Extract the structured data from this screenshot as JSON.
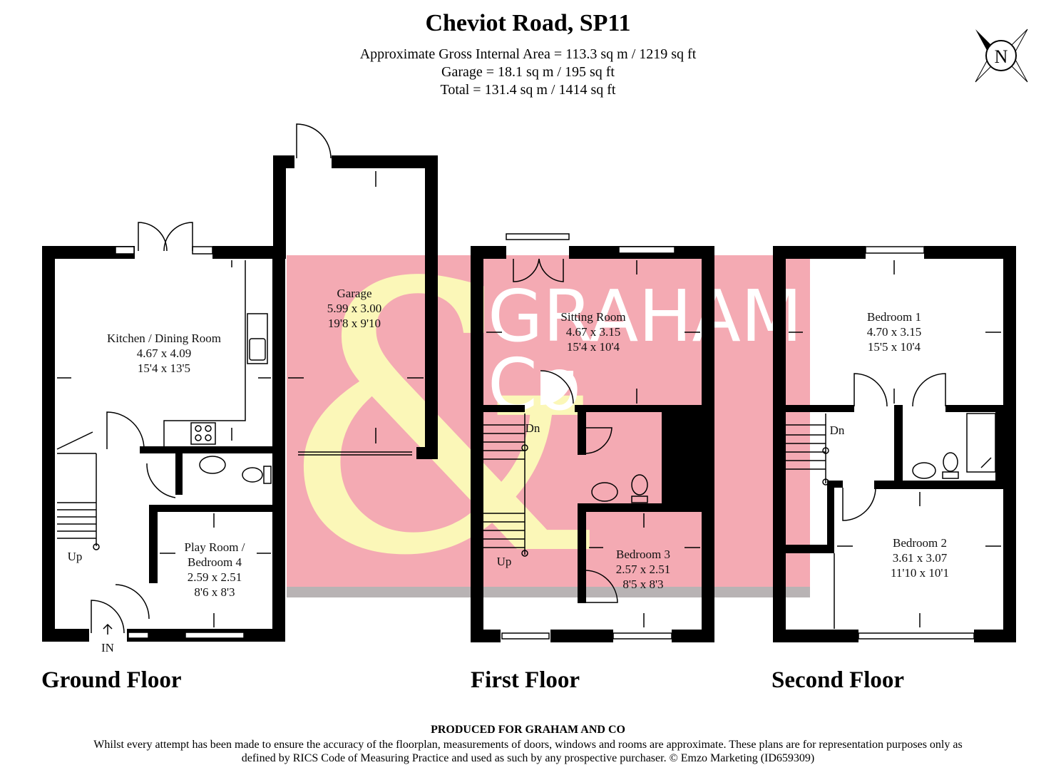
{
  "header": {
    "title": "Cheviot Road, SP11",
    "area_line1": "Approximate Gross Internal Area = 113.3 sq m / 1219 sq ft",
    "area_line2": "Garage = 18.1 sq m / 195 sq ft",
    "area_line3": "Total = 131.4 sq m / 1414 sq ft"
  },
  "compass": {
    "label": "N"
  },
  "watermark": {
    "text_line1": "GRAHAM",
    "text_line2": "Co",
    "ampersand": "&",
    "bg_color": "#f4aab3",
    "amp_color": "#fbf7b8"
  },
  "ground_floor": {
    "label": "Ground Floor",
    "kitchen": {
      "name": "Kitchen / Dining Room",
      "metric": "4.67 x 4.09",
      "imperial": "15'4 x 13'5"
    },
    "garage": {
      "name": "Garage",
      "metric": "5.99 x 3.00",
      "imperial": "19'8 x 9'10"
    },
    "playroom": {
      "name_line1": "Play Room /",
      "name_line2": "Bedroom 4",
      "metric": "2.59 x 2.51",
      "imperial": "8'6 x 8'3"
    },
    "stair_label": "Up",
    "entrance_label": "IN"
  },
  "first_floor": {
    "label": "First Floor",
    "sitting": {
      "name": "Sitting Room",
      "metric": "4.67 x 3.15",
      "imperial": "15'4 x 10'4"
    },
    "bedroom3": {
      "name": "Bedroom 3",
      "metric": "2.57 x 2.51",
      "imperial": "8'5 x 8'3"
    },
    "stair_down": "Dn",
    "stair_up": "Up"
  },
  "second_floor": {
    "label": "Second Floor",
    "bedroom1": {
      "name": "Bedroom 1",
      "metric": "4.70 x 3.15",
      "imperial": "15'5 x 10'4"
    },
    "bedroom2": {
      "name": "Bedroom 2",
      "metric": "3.61 x 3.07",
      "imperial": "11'10 x 10'1"
    },
    "stair_down": "Dn"
  },
  "footer": {
    "heading": "PRODUCED FOR GRAHAM AND CO",
    "disclaimer": "Whilst every attempt has been made to ensure the accuracy of the floorplan, measurements of doors, windows and rooms are approximate. These plans are for representation purposes only as defined by RICS Code of Measuring Practice and used as such by any prospective purchaser. © Emzo Marketing (ID659309)"
  }
}
